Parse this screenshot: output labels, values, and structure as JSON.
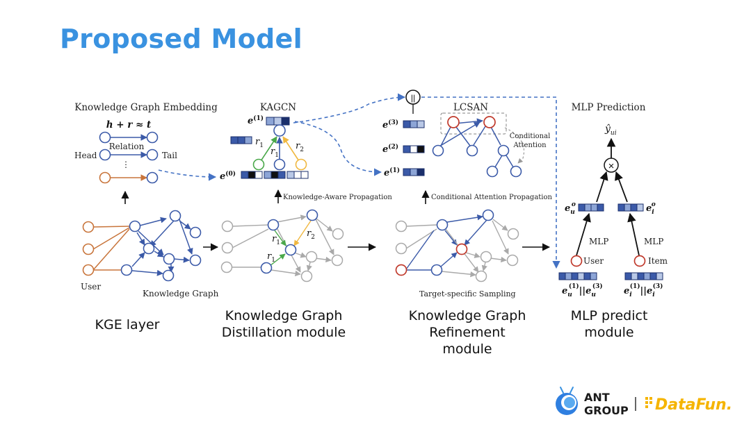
{
  "title": "Proposed Model",
  "diagram": {
    "kge": {
      "heading": "Knowledge Graph Embedding",
      "formula": "h + r ≈ t",
      "relation": "Relation",
      "head": "Head",
      "tail": "Tail",
      "ellipsis": "⋮",
      "user": "User",
      "kg": "Knowledge Graph"
    },
    "kagcn": {
      "heading": "KAGCN",
      "e1": "e",
      "e1_sup": "(1)",
      "e0": "e",
      "e0_sup": "(0)",
      "r1": "r",
      "r1_sub": "1",
      "r2": "r",
      "r2_sub": "2",
      "propagation": "Knowledge-Aware Propagation"
    },
    "lcsan": {
      "heading": "LCSAN",
      "concat": "||",
      "e3": "e",
      "e3_sup": "(3)",
      "e2": "e",
      "e2_sup": "(2)",
      "e1": "e",
      "e1_sup": "(1)",
      "conditional_1": "Conditional",
      "conditional_2": "Attention",
      "propagation": "Conditional Attention Propagation",
      "sampling": "Target-specific Sampling"
    },
    "mlp": {
      "heading": "MLP Prediction",
      "yhat": "ŷ",
      "yhat_sub": "ui",
      "multiply": "×",
      "eu": "e",
      "eu_sub": "u",
      "eu_sup": "o",
      "ei": "e",
      "ei_sub": "i",
      "ei_sup": "o",
      "mlp_left": "MLP",
      "mlp_right": "MLP",
      "user": "User",
      "item": "Item",
      "concat_u": "e",
      "concat_i": "e"
    }
  },
  "captions": {
    "kge": "KGE layer",
    "distill_1": "Knowledge Graph",
    "distill_2": "Distillation module",
    "refine_1": "Knowledge Graph",
    "refine_2": "Refinement module",
    "mlp_1": "MLP predict",
    "mlp_2": "module"
  },
  "logos": {
    "ant_1": "ANT",
    "ant_2": "GROUP",
    "datafun": "DataFun."
  },
  "colors": {
    "title": "#3a92e0",
    "node_blue": "#3b5aa8",
    "node_orange": "#c8743a",
    "node_red": "#c0392b",
    "dashed": "#4472c4",
    "green": "#4aa84a",
    "yellow": "#f0b840",
    "gray": "#a9a9a9",
    "datafun": "#f5b400"
  }
}
